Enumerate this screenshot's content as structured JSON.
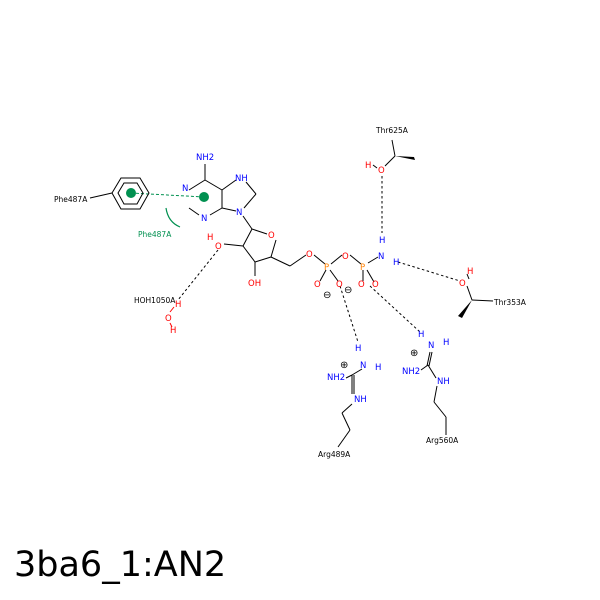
{
  "title": "3ba6_1:AN2",
  "colors": {
    "oxygen": "#ff0000",
    "nitrogen": "#0000ff",
    "phosphorus": "#ff8000",
    "bond": "#000000",
    "pi_interaction": "#009050",
    "hbond": "#000000"
  },
  "residues": {
    "thr625": "Thr625A",
    "thr353": "Thr353A",
    "phe487": "Phe487A",
    "phe487_pi": "Phe487A",
    "hoh": "HOH1050A",
    "arg489": "Arg489A",
    "arg560": "Arg560A"
  },
  "atoms": {
    "nh2": "NH2",
    "n": "N",
    "nh": "NH",
    "o": "O",
    "oh": "OH",
    "h": "H",
    "p": "P",
    "minus": "⊖",
    "plus": "⊕"
  }
}
